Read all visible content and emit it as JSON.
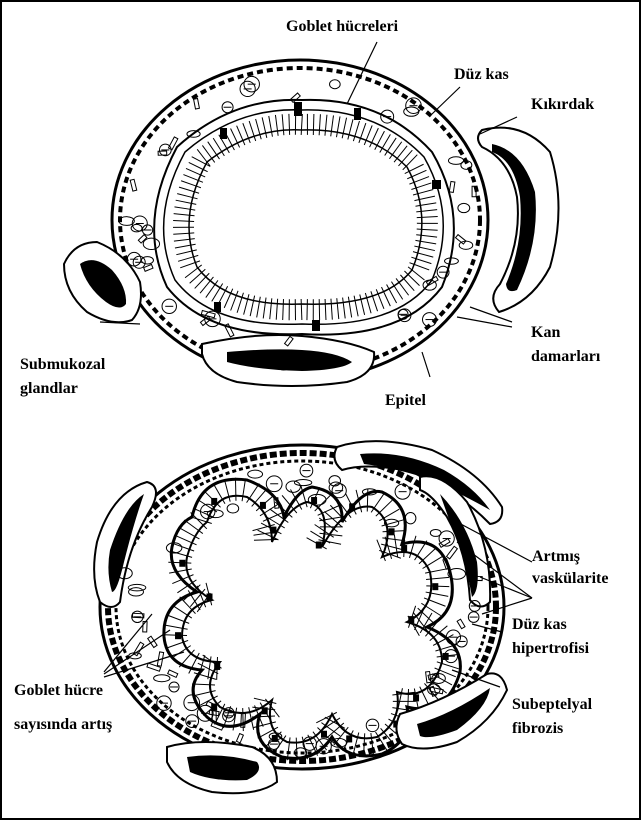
{
  "colors": {
    "ink": "#000000",
    "paper": "#ffffff"
  },
  "normal": {
    "goblet_cells": "Goblet hücreleri",
    "smooth_muscle": "Düz kas",
    "cartilage": "Kıkırdak",
    "blood_vessels_1": "Kan",
    "blood_vessels_2": "damarları",
    "submucosal_glands_1": "Submukozal",
    "submucosal_glands_2": "glandlar",
    "epithelium": "Epitel"
  },
  "asthmatic": {
    "vascularity_1": "Artmış",
    "vascularity_2": "vaskülarite",
    "muscle_hypertrophy_1": "Düz kas",
    "muscle_hypertrophy_2": "hipertrofisi",
    "goblet_increase_1": "Goblet hücre",
    "goblet_increase_2": "sayısında artış",
    "subepithelial_fibrosis_1": "Subeptelyal",
    "subepithelial_fibrosis_2": "fibrozis"
  }
}
